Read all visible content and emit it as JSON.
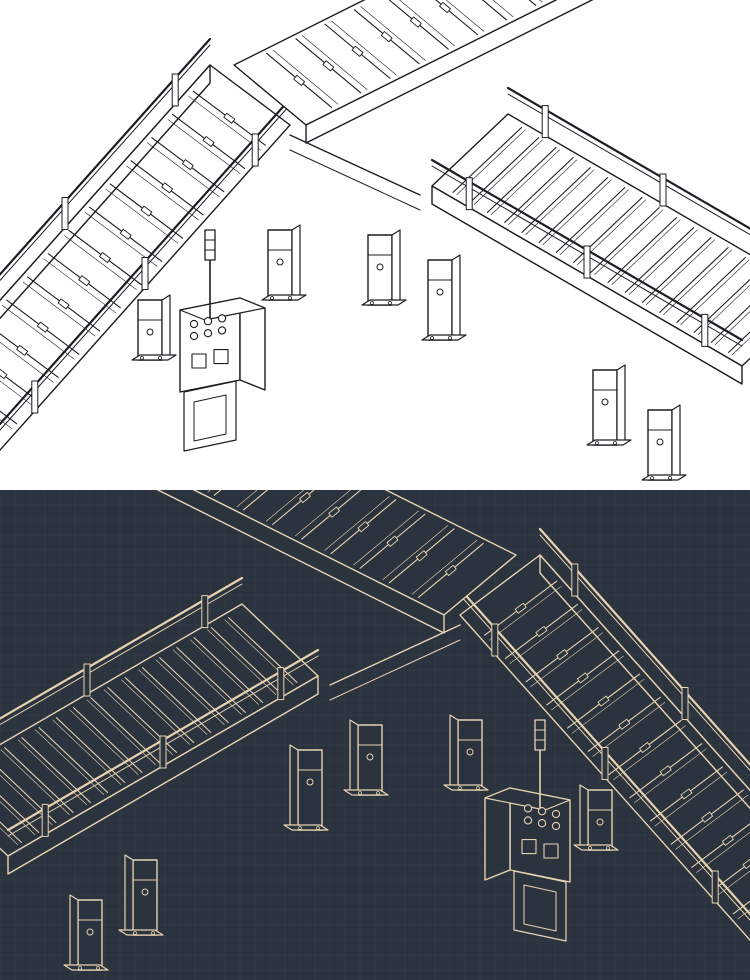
{
  "drawings": [
    {
      "name": "light-version",
      "background": "#ffffff",
      "stroke": "#1b1d22",
      "grid": false
    },
    {
      "name": "dark-version",
      "background": "#2b333e",
      "stroke": "#e8d3b0",
      "grid": true,
      "grid_color": "#36404c"
    }
  ],
  "control_cabinet": {
    "buttons": 6,
    "indicator_lamps": 2
  }
}
